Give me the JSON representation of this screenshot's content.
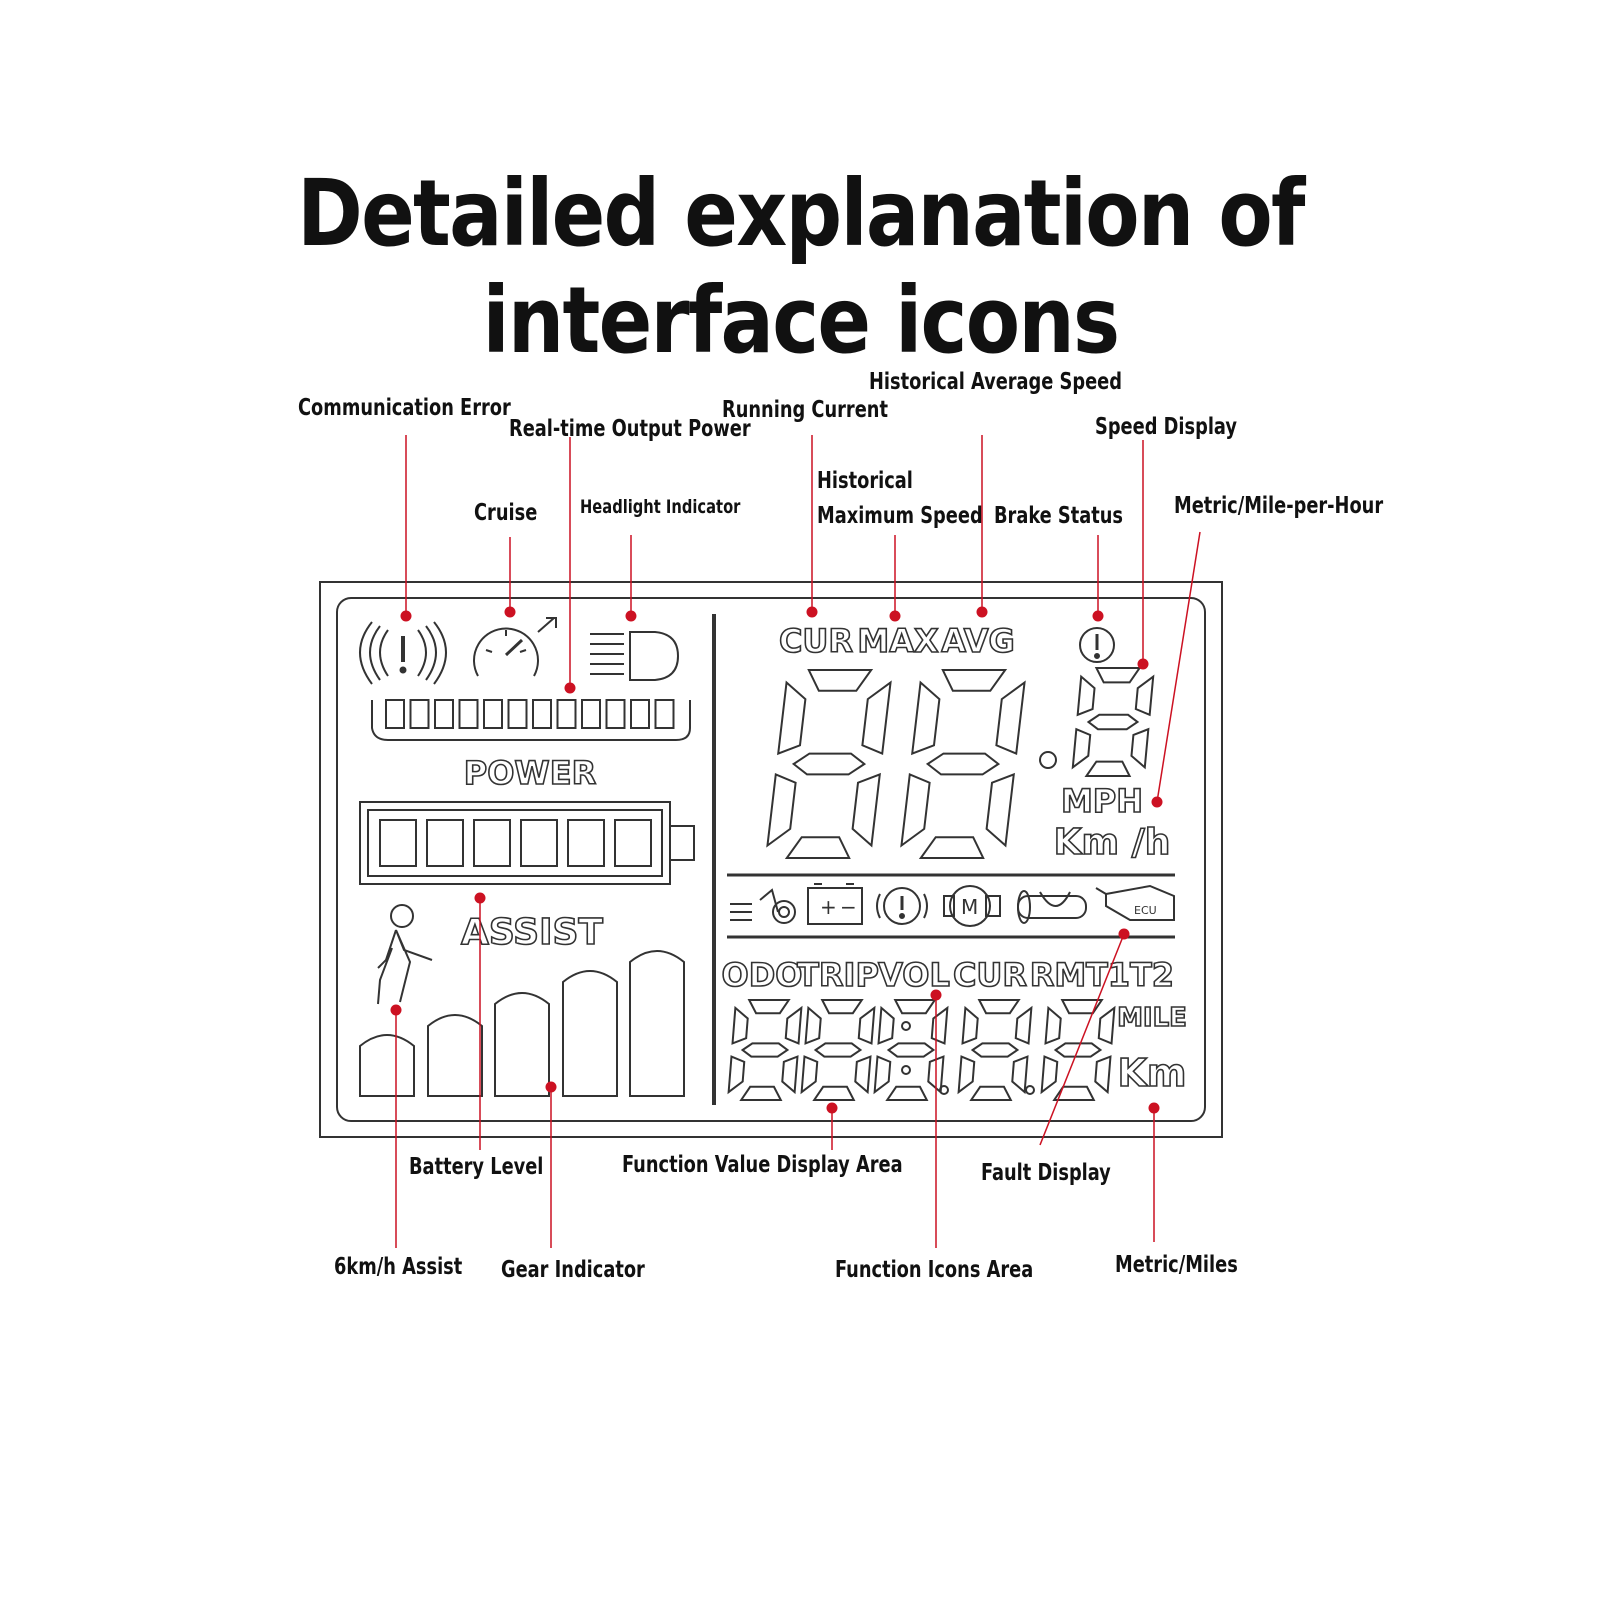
{
  "title": "Detailed explanation of interface icons",
  "colors": {
    "callout": "#cc1122",
    "lcd_stroke": "#333333",
    "background": "#ffffff"
  },
  "labels": {
    "communication_error": "Communication Error",
    "real_time_output_power": "Real-time Output Power",
    "running_current": "Running Current",
    "historical_average_speed": "Historical Average Speed",
    "speed_display": "Speed Display",
    "cruise": "Cruise",
    "headlight_indicator": "Headlight Indicator",
    "historical_max_line1": "Historical",
    "historical_max_line2": "Maximum Speed",
    "brake_status": "Brake Status",
    "metric_mile_per_hour": "Metric/Mile-per-Hour",
    "battery_level": "Battery Level",
    "function_value_display_area": "Function Value Display Area",
    "fault_display": "Fault Display",
    "six_kmh_assist": "6km/h Assist",
    "gear_indicator": "Gear Indicator",
    "function_icons_area": "Function Icons Area",
    "metric_miles": "Metric/Miles"
  },
  "lcd": {
    "power": "POWER",
    "assist": "ASSIST",
    "cur": "CUR",
    "max": "MAX",
    "avg": "AVG",
    "mph": "MPH",
    "kmh": "Km /h",
    "func_labels": [
      "ODO",
      "TRIP",
      "VOL",
      "CUR",
      "RM",
      "T1",
      "T2"
    ],
    "mile": "MILE",
    "km": "Km",
    "ecu": "ECU"
  }
}
